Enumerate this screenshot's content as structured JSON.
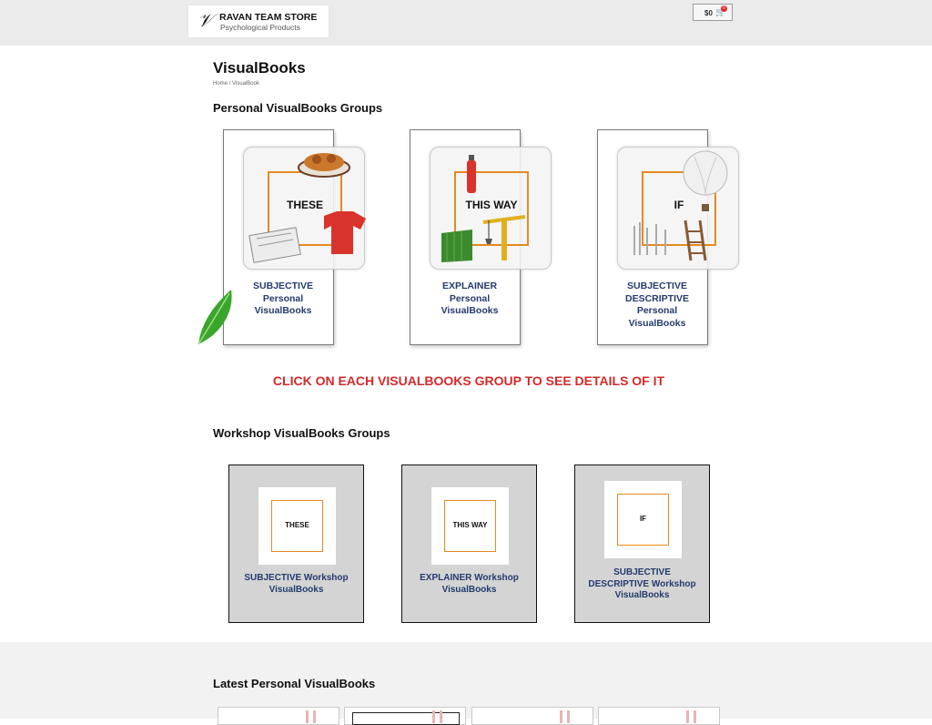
{
  "header": {
    "logo_mark": "ᶜℓ",
    "logo_title": "RAVAN TEAM STORE",
    "logo_subtitle": "Psychological Products",
    "cart_amount": "$0",
    "cart_count": "0"
  },
  "page": {
    "title": "VisualBooks",
    "breadcrumb": {
      "home": "Home",
      "separator": "/",
      "current": "VisualBook"
    }
  },
  "personal": {
    "heading": "Personal VisualBooks Groups",
    "cards": [
      {
        "word": "THESE",
        "line1": "SUBJECTIVE",
        "line2": "Personal",
        "line3": "VisualBooks",
        "line4": ""
      },
      {
        "word": "THIS WAY",
        "line1": "EXPLAINER",
        "line2": "Personal",
        "line3": "VisualBooks",
        "line4": ""
      },
      {
        "word": "IF",
        "line1": "SUBJECTIVE",
        "line2": "DESCRIPTIVE",
        "line3": "Personal",
        "line4": "VisualBooks"
      }
    ]
  },
  "cta": "CLICK ON EACH VISUALBOOKS GROUP TO SEE DETAILS OF IT",
  "workshop": {
    "heading": "Workshop VisualBooks Groups",
    "cards": [
      {
        "word": "THESE",
        "line1": "SUBJECTIVE Workshop",
        "line2": "VisualBooks",
        "line3": ""
      },
      {
        "word": "THIS WAY",
        "line1": "EXPLAINER Workshop",
        "line2": "VisualBooks",
        "line3": ""
      },
      {
        "word": "IF",
        "line1": "SUBJECTIVE",
        "line2": "DESCRIPTIVE Workshop",
        "line3": "VisualBooks"
      }
    ]
  },
  "latest": {
    "heading": "Latest Personal VisualBooks"
  },
  "colors": {
    "accent_orange": "#e38a22",
    "label_navy": "#233b6e",
    "cta_red": "#d42a2a",
    "header_gray": "#ebebeb"
  }
}
